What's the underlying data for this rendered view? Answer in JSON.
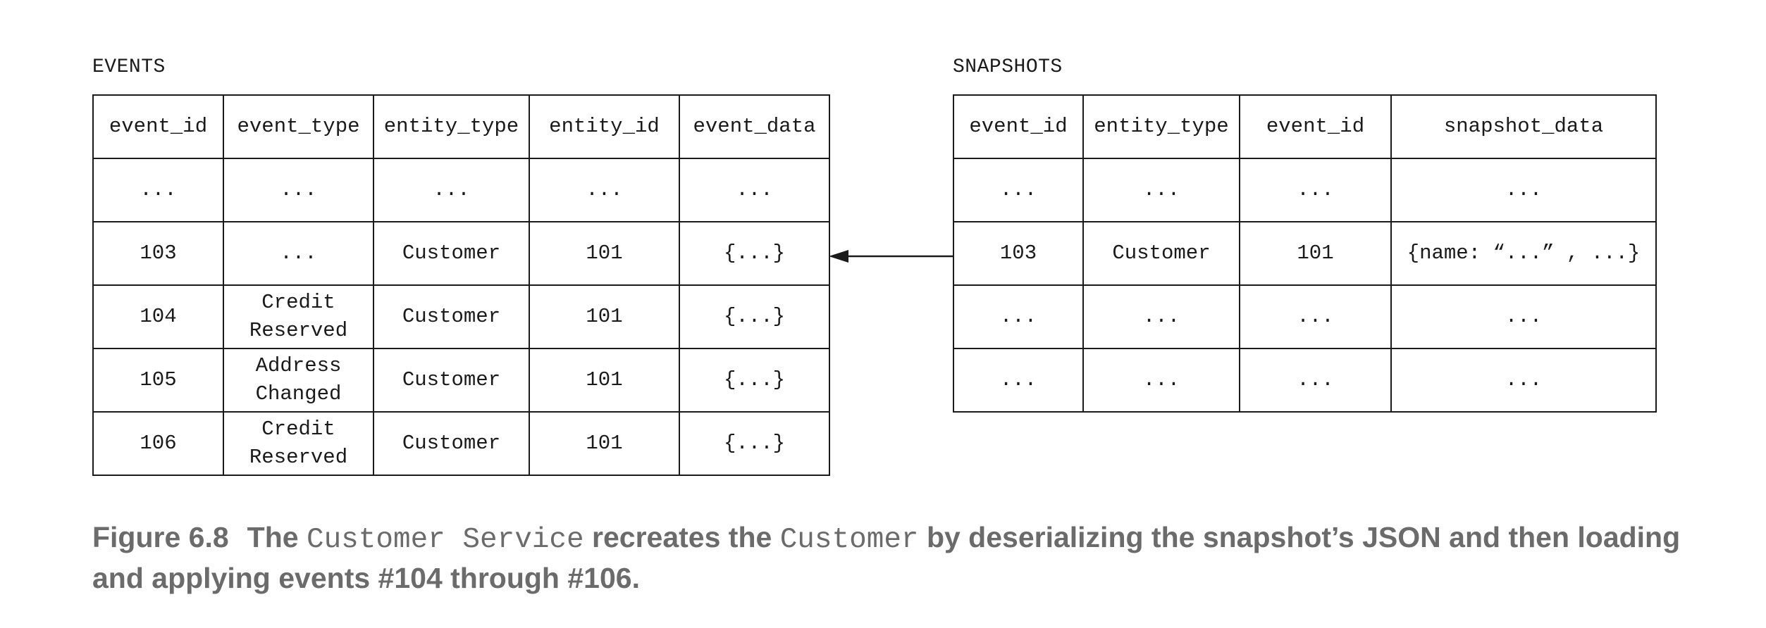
{
  "events": {
    "title": "EVENTS",
    "headers": [
      "event_id",
      "event_type",
      "entity_type",
      "entity_id",
      "event_data"
    ],
    "rows": [
      [
        "...",
        "...",
        "...",
        "...",
        "..."
      ],
      [
        "103",
        "...",
        "Customer",
        "101",
        "{...}"
      ],
      [
        "104",
        "Credit Reserved",
        "Customer",
        "101",
        "{...}"
      ],
      [
        "105",
        "Address Changed",
        "Customer",
        "101",
        "{...}"
      ],
      [
        "106",
        "Credit Reserved",
        "Customer",
        "101",
        "{...}"
      ]
    ]
  },
  "snapshots": {
    "title": "SNAPSHOTS",
    "headers": [
      "event_id",
      "entity_type",
      "event_id",
      "snapshot_data"
    ],
    "rows": [
      [
        "...",
        "...",
        "...",
        "..."
      ],
      [
        "103",
        "Customer",
        "101",
        "{name: “...” , ...}"
      ],
      [
        "...",
        "...",
        "...",
        "..."
      ],
      [
        "...",
        "...",
        "...",
        "..."
      ]
    ]
  },
  "caption": {
    "figure": "Figure 6.8",
    "p1": "The ",
    "code1": "Customer Service",
    "p2": " recreates the ",
    "code2": "Customer",
    "p3": " by deserializing the snapshot’s JSON and then loading and applying events #104 through #106."
  }
}
